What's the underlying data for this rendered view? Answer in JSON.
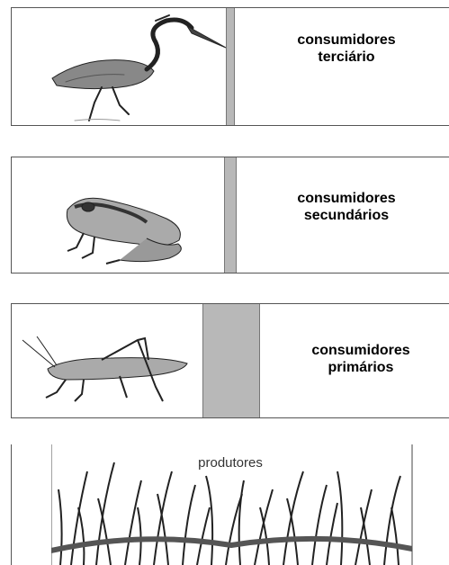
{
  "levels": {
    "tertiary": {
      "line1": "consumidores",
      "line2": "terciário",
      "icon": "heron-icon"
    },
    "secondary": {
      "line1": "consumidores",
      "line2": "secundários",
      "icon": "frog-icon"
    },
    "primary": {
      "line1": "consumidores",
      "line2": "primários",
      "icon": "grasshopper-icon"
    },
    "producers": {
      "label": "produtores",
      "icon": "grass-icon"
    }
  },
  "colors": {
    "bar": "#b8b8b8",
    "border": "#555555"
  }
}
